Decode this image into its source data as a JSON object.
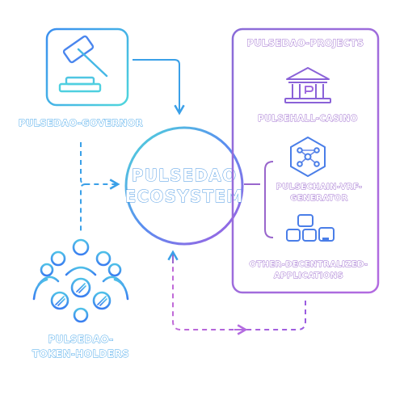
{
  "diagram": {
    "center": {
      "line1": "PULSEDAO",
      "line2": "ECOSYSTEM"
    },
    "governor": {
      "label": "PULSEDAO-GOVERNOR",
      "icon": "gavel-icon"
    },
    "token_holders": {
      "line1": "PULSEDAO-",
      "line2": "TOKEN-HOLDERS",
      "icon": "people-group-icon"
    },
    "projects": {
      "title": "PULSEDAO-PROJECTS",
      "items": [
        {
          "line1": "PULSEHALL-CASINO",
          "line2": "",
          "icon": "bank-building-icon"
        },
        {
          "line1": "PULSECHAIN-VRF-",
          "line2": "GENERATOR",
          "icon": "hexagon-network-icon"
        },
        {
          "line1": "OTHER-DECENTRALIZED-",
          "line2": "APPLICATIONS",
          "icon": "app-tiles-icon"
        }
      ]
    },
    "colors": {
      "blue": "#3aa0e8",
      "cyan": "#4fd0e0",
      "purple": "#9966cc",
      "violet": "#b070e0"
    }
  }
}
